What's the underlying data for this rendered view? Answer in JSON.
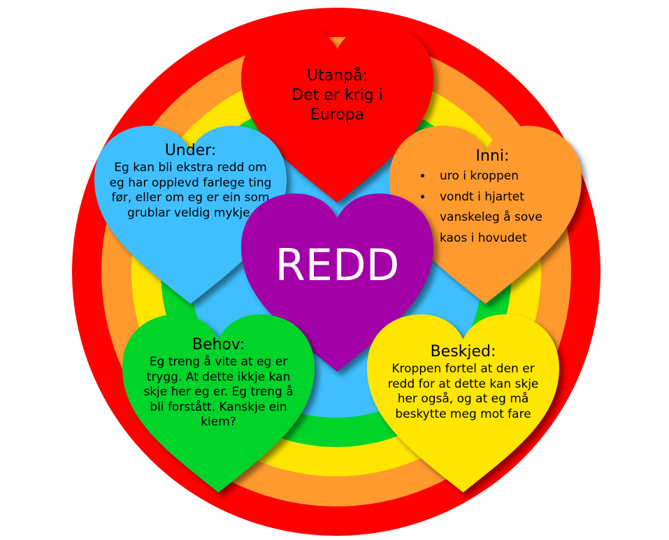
{
  "colors": {
    "ring_red": "#FF0000",
    "ring_orange": "#FF9A2E",
    "ring_yellow": "#FFE600",
    "ring_green": "#00D42A",
    "ring_blue": "#3FBFFF",
    "heart_purple": "#A300A8"
  },
  "center": {
    "label": "REDD"
  },
  "hearts": {
    "utanpa": {
      "title": "Utanpå:",
      "lines": [
        "Det er krig i",
        "Europa"
      ]
    },
    "under": {
      "title": "Under:",
      "text": "Eg kan bli ekstra redd om eg har opplevd farlege ting før, eller om eg er ein som grublar veldig mykje."
    },
    "inni": {
      "title": "Inni:",
      "items": [
        "uro i kroppen",
        "vondt i hjartet",
        "vanskeleg å sove",
        "kaos i hovudet"
      ]
    },
    "behov": {
      "title": "Behov:",
      "text": "Eg treng å vite at eg er trygg. At dette ikkje kan skje her eg er. Eg treng å bli forstått. Kanskje ein klem?"
    },
    "beskjed": {
      "title": "Beskjed:",
      "text": "Kroppen fortel at den er redd for at dette kan skje her også, og at eg må beskytte meg mot fare"
    }
  }
}
